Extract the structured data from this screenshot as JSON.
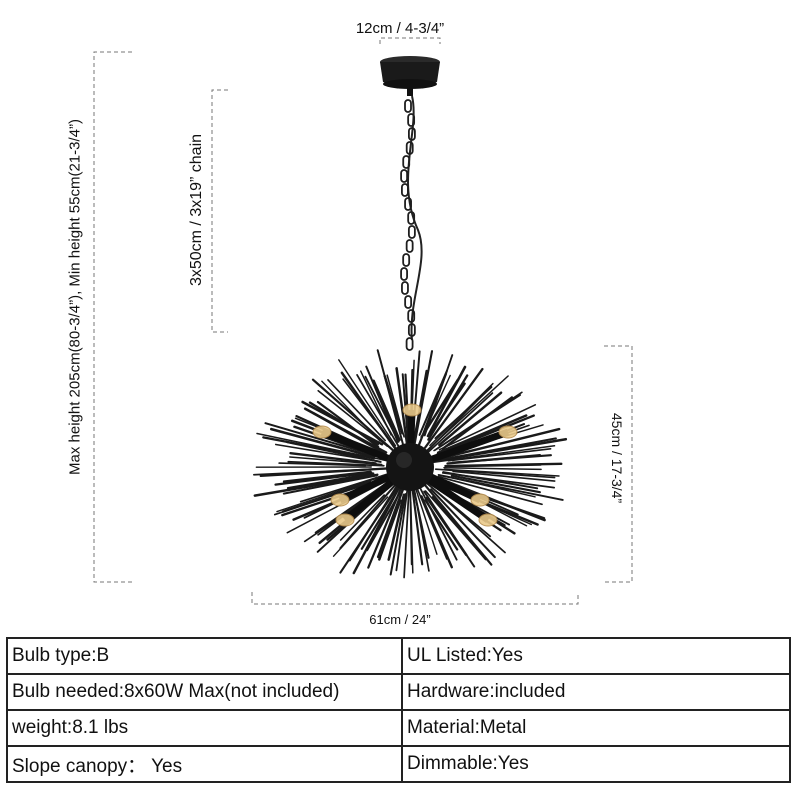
{
  "dimensions": {
    "canopy": "12cm / 4-3/4”",
    "overall_height": "Max height 205cm(80-3/4”), Min height 55cm(21-3/4”)",
    "chain": "3x50cm / 3x19” chain",
    "fixture_height": "45cm / 17-3/4”",
    "fixture_width": "61cm / 24”"
  },
  "specs": {
    "rows": [
      {
        "left": "Bulb type:B",
        "right": "UL Listed:Yes"
      },
      {
        "left": "Bulb needed:8x60W Max(not included)",
        "right": "Hardware:included"
      },
      {
        "left": "weight:8.1 lbs",
        "right": "Material:Metal"
      },
      {
        "left": "Slope canopy： Yes",
        "right": "Dimmable:Yes"
      }
    ]
  },
  "colors": {
    "fixture": "#1a1a1a",
    "bulb_glow": "#e9c98a",
    "dim_line": "#777777"
  }
}
